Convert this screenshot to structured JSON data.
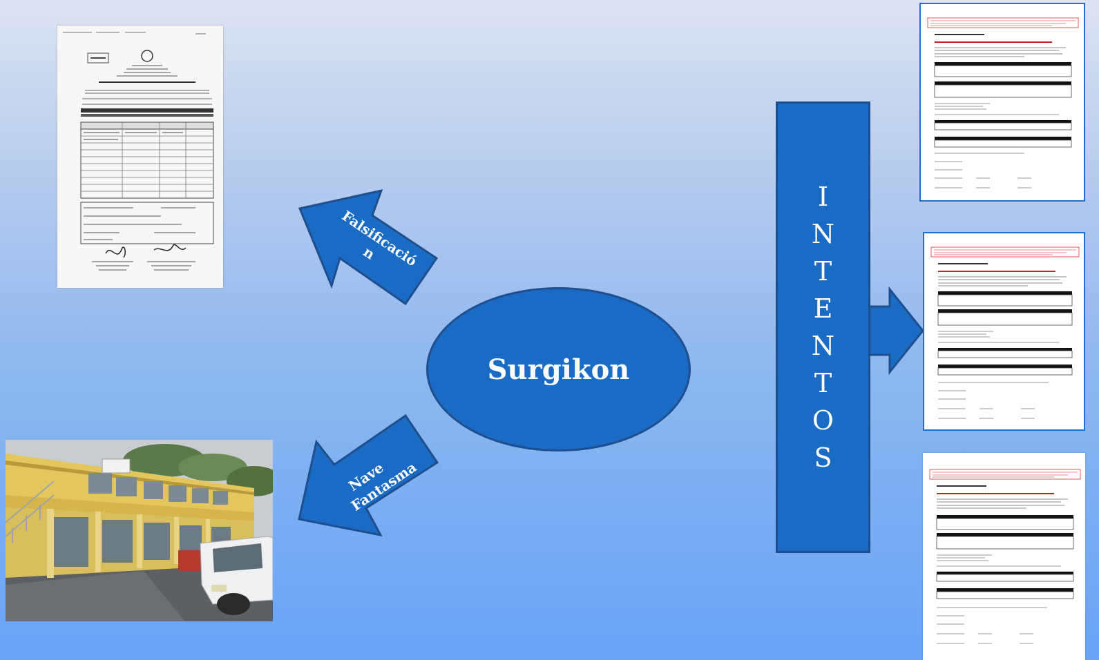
{
  "hub": {
    "label": "Surgikon"
  },
  "arrows": {
    "falsification": {
      "line1": "Falsificació",
      "line2": "n"
    },
    "ghost_ship": {
      "line1": "Nave",
      "line2": "Fantasma"
    }
  },
  "intentos": {
    "letters": [
      "I",
      "N",
      "T",
      "E",
      "N",
      "T",
      "O",
      "S"
    ]
  },
  "colors": {
    "shape_fill": "#1a6bc4",
    "shape_border": "#1f4e8f",
    "form_border": "#1f6fd0"
  }
}
